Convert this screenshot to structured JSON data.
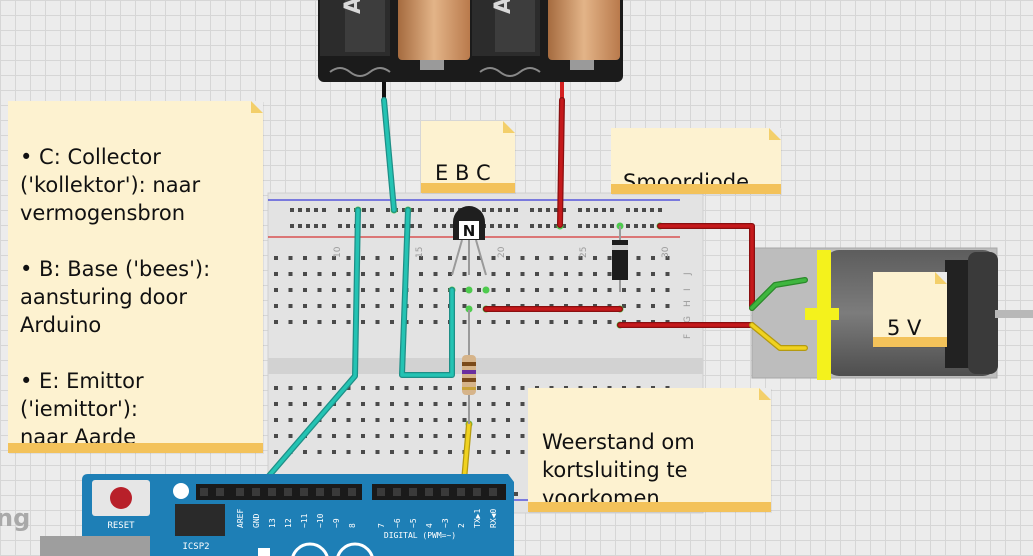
{
  "notes": {
    "transistor_pins": "• C: Collector\n('kollektor'): naar\nvermogensbron\n\n• B: Base ('bees'):\naansturing door\nArduino\n\n• E: Emittor ('iemittor'):\nnaar Aarde",
    "ebc": "E B C",
    "diode": "Smoordiode",
    "resistor": "Weerstand om\nkortsluiting te\nvoorkomen",
    "voltage": "5 V"
  },
  "battery": {
    "cell_label": "AA"
  },
  "breadboard": {
    "column_numbers": [
      "10",
      "15",
      "20",
      "25",
      "30"
    ],
    "row_letters": [
      "J",
      "I",
      "H",
      "G",
      "F"
    ]
  },
  "arduino": {
    "reset_label": "RESET",
    "icsp_label": "ICSP2",
    "digital_label": "DIGITAL (PWM=~)",
    "pin_labels": [
      "AREF",
      "GND",
      "13",
      "12",
      "~11",
      "~10",
      "~9",
      "8",
      "7",
      "~6",
      "~5",
      "4",
      "~3",
      "2",
      "TX▶1",
      "RX◀0"
    ]
  },
  "watermark": "ng",
  "colors": {
    "wire_teal": "#24c3b3",
    "wire_red": "#c5191b",
    "wire_yellow": "#f0d21f",
    "wire_green": "#3fb63f",
    "note_bg": "#fdf2d0",
    "note_foot": "#f3c25a",
    "arduino_blue": "#1e7fb6",
    "motor_yellow": "#f4f21c"
  }
}
